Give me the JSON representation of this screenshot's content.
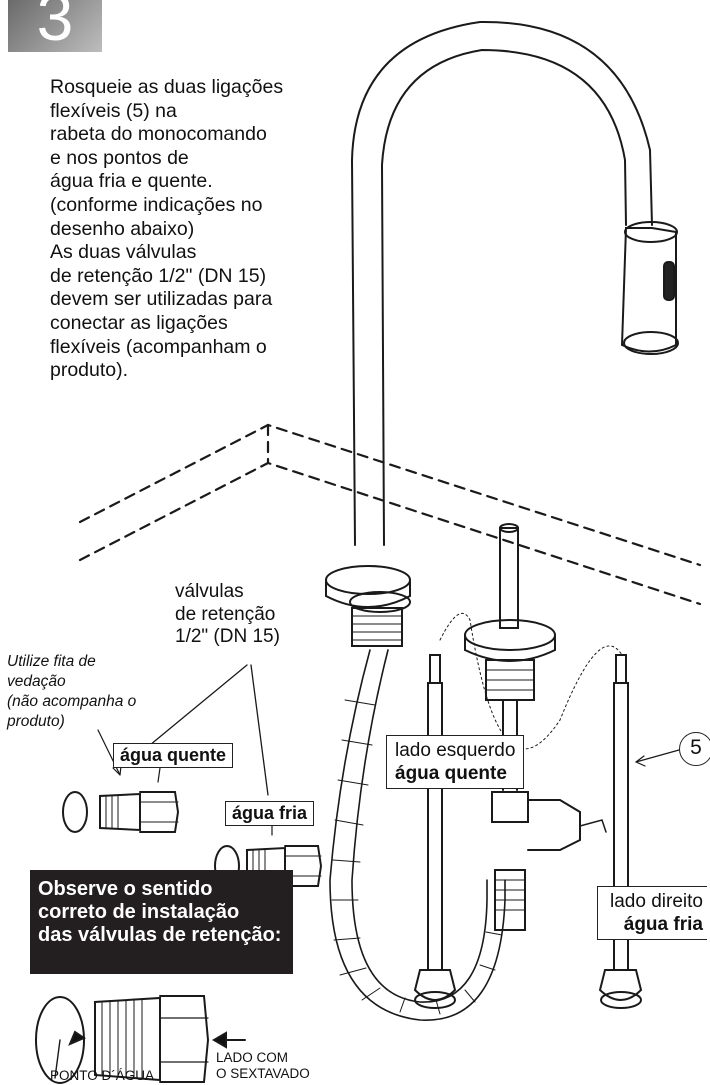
{
  "step": {
    "number": "3"
  },
  "instructions": [
    "Rosqueie as duas ligações",
    "flexíveis (5) na",
    "rabeta do monocomando",
    "e nos pontos de",
    "água fria e quente.",
    "(conforme indicações no",
    "desenho abaixo)",
    "As duas válvulas",
    "de retenção 1/2\" (DN 15)",
    "devem ser utilizadas para",
    "conectar as ligações",
    "flexíveis (acompanham o",
    "produto)."
  ],
  "labels": {
    "valves": [
      "válvulas",
      "de retenção",
      "1/2\" (DN 15)"
    ],
    "tape_note": [
      "Utilize fita de",
      "vedação",
      "(não acompanha o",
      "produto)"
    ],
    "hot_water": "água quente",
    "cold_water": "água fria",
    "left_side": {
      "line1": "lado esquerdo",
      "line2": "água quente"
    },
    "right_side": {
      "line1": "lado direito",
      "line2": "água fria"
    },
    "callout": "5",
    "warning": [
      "Observe o sentido",
      "correto de instalação",
      "das válvulas de retenção:"
    ],
    "water_point": "PONTO D´ÁGUA",
    "hex_side": [
      "LADO COM",
      "O SEXTAVADO"
    ]
  },
  "colors": {
    "badge": "#8c8c8c",
    "warning_bg": "#231f20",
    "ink": "#111111"
  }
}
